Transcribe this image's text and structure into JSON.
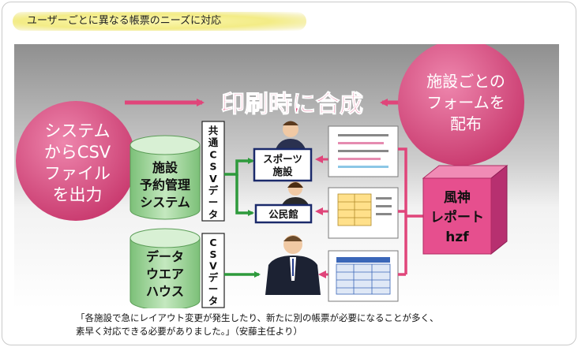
{
  "header": {
    "title": "ユーザーごとに異なる帳票のニーズに対応"
  },
  "diagram": {
    "headline": "印刷時に合成",
    "left_bubble": [
      "システム",
      "からCSV",
      "ファイル",
      "を出力"
    ],
    "right_bubble": [
      "施設ごとの",
      "フォームを",
      "配布"
    ],
    "db_top": [
      "施設",
      "予約管理",
      "システム"
    ],
    "db_bottom": [
      "データ",
      "ウエア",
      "ハウス"
    ],
    "csv_top": [
      "共",
      "通",
      "C",
      "S",
      "V",
      "デ",
      "ー",
      "タ"
    ],
    "csv_bottom": [
      "C",
      "S",
      "V",
      "デ",
      "ー",
      "タ"
    ],
    "label_sports": [
      "スポーツ",
      "施設"
    ],
    "label_kominkan": "公民館",
    "product_box": [
      "風神",
      "レポート",
      "hzf"
    ]
  },
  "caption": {
    "line1": "「各施設で急にレイアウト変更が発生したり、新たに別の帳票が必要になることが多く、",
    "line2": "素早く対応できる必要がありました。」（安藤主任より）"
  },
  "colors": {
    "pink": "#e0457a",
    "green": "#2e9a3c",
    "navy": "#1b2a6b",
    "db_green": "#9fd39b",
    "box_pink": "#e64f8e"
  }
}
